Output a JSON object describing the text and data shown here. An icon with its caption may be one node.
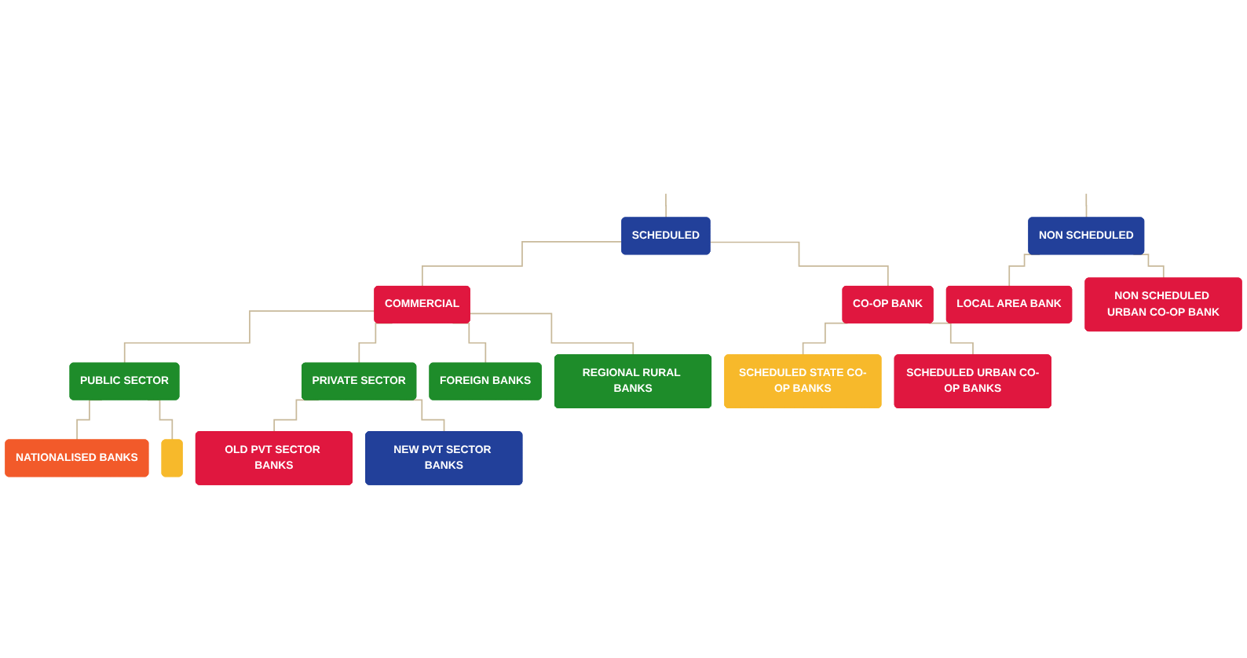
{
  "diagram": {
    "nodes": [
      {
        "text": [
          "SCHEDULED"
        ]
      },
      {
        "text": [
          "NON SCHEDULED"
        ]
      },
      {
        "text": [
          "COMMERCIAL"
        ]
      },
      {
        "text": [
          "CO-OP BANK"
        ]
      },
      {
        "text": [
          "LOCAL AREA BANK"
        ]
      },
      {
        "text": [
          "NON SCHEDULED URBAN CO-OP BANK"
        ]
      },
      {
        "text": [
          "PUBLIC SECTOR"
        ]
      },
      {
        "text": [
          "PRIVATE SECTOR"
        ]
      },
      {
        "text": [
          "FOREIGN BANKS"
        ]
      },
      {
        "text": [
          "REGIONAL RURAL BANKS"
        ]
      },
      {
        "text": [
          "SCHEDULED STATE CO-OP BANKS"
        ]
      },
      {
        "text": [
          "NATIONALISED BANKS"
        ]
      },
      {
        "text": [
          "OLD PVT SECTOR BANKS"
        ]
      },
      {
        "text": [],
        "shape": "box"
      },
      {
        "text": [
          "NEW PVT SECTOR BANKS"
        ]
      },
      {
        "text": [
          "SCHEDULED URBAN CO-OP BANKS"
        ]
      }
    ],
    "edges": [
      {
        "from": null,
        "to": 0,
        "arrow": "none"
      },
      {
        "from": null,
        "to": 1,
        "arrow": "none"
      },
      {
        "from": 0,
        "to": 2,
        "arrow": "none"
      },
      {
        "from": 0,
        "to": 3,
        "arrow": "none"
      },
      {
        "from": 1,
        "to": 4,
        "arrow": "none"
      },
      {
        "from": 1,
        "to": 5,
        "arrow": "none"
      },
      {
        "from": 2,
        "to": 6,
        "arrow": "none"
      },
      {
        "from": 2,
        "to": 7,
        "arrow": "none"
      },
      {
        "from": 2,
        "to": 8,
        "arrow": "none"
      },
      {
        "from": 2,
        "to": 9,
        "arrow": "none"
      },
      {
        "from": 3,
        "to": 10,
        "arrow": "none"
      },
      {
        "from": 3,
        "to": 15,
        "arrow": "none"
      },
      {
        "from": 6,
        "to": 11,
        "arrow": "none"
      },
      {
        "from": 6,
        "to": 13,
        "arrow": "none"
      },
      {
        "from": 7,
        "to": 12,
        "arrow": "none"
      },
      {
        "from": 7,
        "to": 14,
        "arrow": "none"
      }
    ]
  }
}
